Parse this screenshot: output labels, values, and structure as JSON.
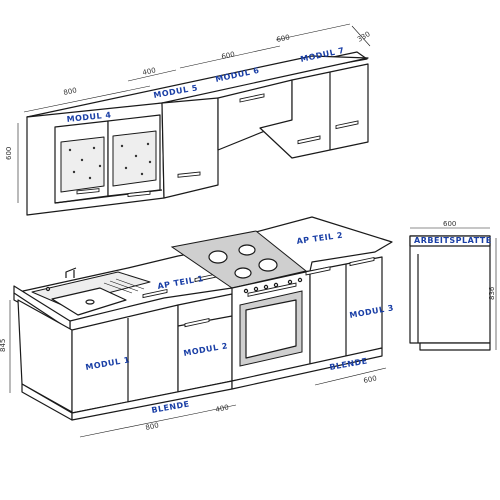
{
  "modules": {
    "modul_4": "MODUL 4",
    "modul_5": "MODUL 5",
    "modul_6": "MODUL 6",
    "modul_7": "MODUL 7",
    "modul_1": "MODUL 1",
    "modul_2": "MODUL 2",
    "modul_3": "MODUL 3"
  },
  "worktops": {
    "ap_teil_1": "AP TEIL 1",
    "ap_teil_2": "AP TEIL 2",
    "arbeitsplatte": "ARBEITSPLATTE"
  },
  "blende": {
    "left": "BLENDE",
    "right": "BLENDE"
  },
  "dimensions": {
    "upper_800": "800",
    "upper_400": "400",
    "upper_600a": "600",
    "upper_600b": "600",
    "upper_depth_330": "330",
    "upper_height_600": "600",
    "base_height_845": "845",
    "base_800": "800",
    "base_400": "400",
    "base_600": "600",
    "side_width_600": "600",
    "side_height_836": "836"
  }
}
